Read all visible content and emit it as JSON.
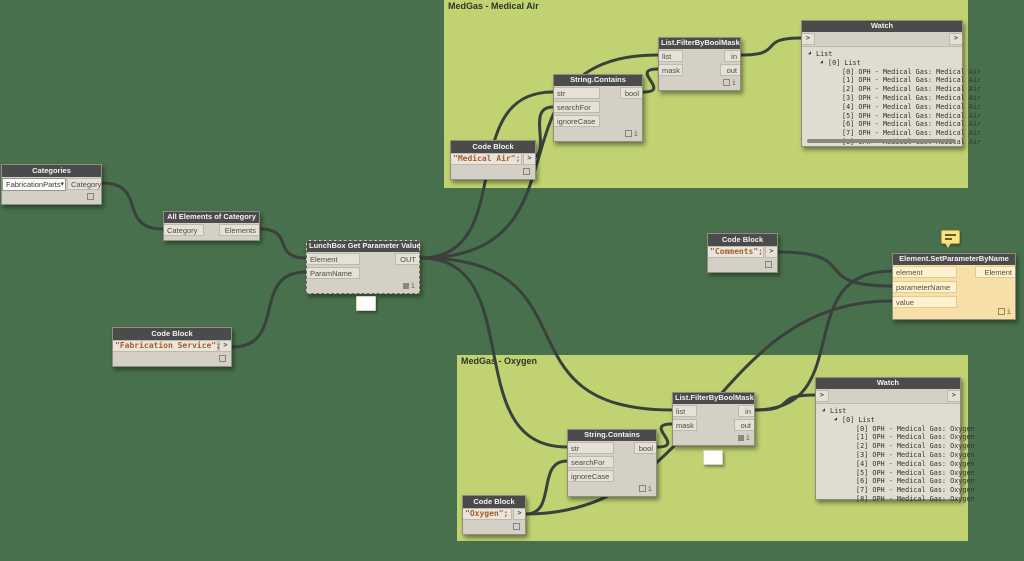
{
  "colors": {
    "canvas": "#49704c",
    "group_fill": "#c0d271",
    "wire": "#3a413c",
    "node_header": "#4b4b4b",
    "node_body": "#d4d0c5",
    "port_fill": "#e5e1d7",
    "revit_node_body": "#f6e0a8",
    "revit_port_fill": "#fdf1d0",
    "code_text": "#a55c2c"
  },
  "groups": [
    {
      "title": "MedGas - Medical Air"
    },
    {
      "title": "MedGas - Oxygen"
    }
  ],
  "nodes": {
    "categories": {
      "title": "Categories",
      "dropdown_value": "FabricationParts",
      "dropdown_arrow": "▾",
      "output": "Category"
    },
    "all_elements": {
      "title": "All Elements of Category",
      "input": "Category",
      "output": "Elements"
    },
    "lunchbox": {
      "title": "LunchBox Get Parameter Value",
      "inputs": [
        "Element",
        "ParamName"
      ],
      "output": "OUT"
    },
    "cb_fabrication": {
      "title": "Code Block",
      "code": "\"Fabrication Service\";",
      "port": ">"
    },
    "cb_medical_air": {
      "title": "Code Block",
      "code": "\"Medical Air\";",
      "port": ">"
    },
    "cb_oxygen": {
      "title": "Code Block",
      "code": "\"Oxygen\";",
      "port": ">"
    },
    "cb_comments": {
      "title": "Code Block",
      "code": "\"Comments\";",
      "port": ">"
    },
    "string_contains_top": {
      "title": "String.Contains",
      "inputs": [
        "str",
        "searchFor",
        "ignoreCase"
      ],
      "output": "bool"
    },
    "string_contains_bottom": {
      "title": "String.Contains",
      "inputs": [
        "str",
        "searchFor",
        "ignoreCase"
      ],
      "output": "bool"
    },
    "filter_top": {
      "title": "List.FilterByBoolMask",
      "inputs": [
        "list",
        "mask"
      ],
      "outputs": [
        "in",
        "out"
      ]
    },
    "filter_bottom": {
      "title": "List.FilterByBoolMask",
      "inputs": [
        "list",
        "mask"
      ],
      "outputs": [
        "in",
        "out"
      ]
    },
    "watch_top": {
      "title": "Watch",
      "in_port": ">",
      "out_port": ">",
      "root": "List",
      "branch": "[0] List",
      "expander": "◢",
      "items": [
        "[0] OPH - Medical Gas: Medical Air",
        "[1] OPH - Medical Gas: Medical Air",
        "[2] OPH - Medical Gas: Medical Air",
        "[3] OPH - Medical Gas: Medical Air",
        "[4] OPH - Medical Gas: Medical Air",
        "[5] OPH - Medical Gas: Medical Air",
        "[6] OPH - Medical Gas: Medical Air",
        "[7] OPH - Medical Gas: Medical Air",
        "[8] OPH - Medical Gas: Medical Air"
      ]
    },
    "watch_bottom": {
      "title": "Watch",
      "in_port": ">",
      "out_port": ">",
      "root": "List",
      "branch": "[0] List",
      "expander": "◢",
      "items": [
        "[0] OPH - Medical Gas: Oxygen",
        "[1] OPH - Medical Gas: Oxygen",
        "[2] OPH - Medical Gas: Oxygen",
        "[3] OPH - Medical Gas: Oxygen",
        "[4] OPH - Medical Gas: Oxygen",
        "[5] OPH - Medical Gas: Oxygen",
        "[6] OPH - Medical Gas: Oxygen",
        "[7] OPH - Medical Gas: Oxygen",
        "[8] OPH - Medical Gas: Oxygen"
      ]
    },
    "set_param": {
      "title": "Element.SetParameterByName",
      "inputs": [
        "element",
        "parameterName",
        "value"
      ],
      "output": "Element"
    }
  }
}
